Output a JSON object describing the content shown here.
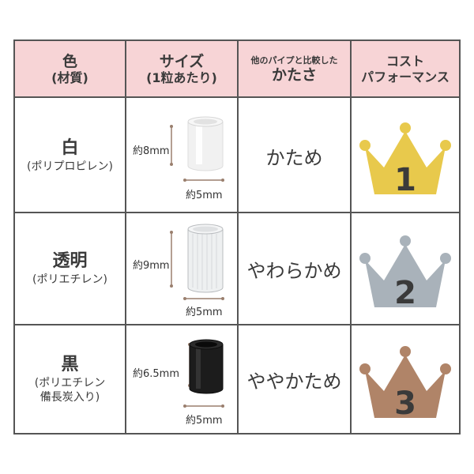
{
  "header": {
    "color_line1": "色",
    "color_line2": "(材質)",
    "size_line1": "サイズ",
    "size_line2": "(1粒あたり)",
    "hardness_line1": "他のパイプと比較した",
    "hardness_line2": "かたさ",
    "cost_line1": "コスト",
    "cost_line2": "パフォーマンス"
  },
  "rows": [
    {
      "name": "白",
      "material": "(ポリプロピレン)",
      "height": "約8mm",
      "width": "約5mm",
      "hardness": "かため",
      "rank": "1",
      "crown_color": "#e8c94c"
    },
    {
      "name": "透明",
      "material": "(ポリエチレン)",
      "height": "約9mm",
      "width": "約5mm",
      "hardness": "やわらかめ",
      "rank": "2",
      "crown_color": "#a9b2ba"
    },
    {
      "name": "黒",
      "material_line1": "(ポリエチレン",
      "material_line2": "備長炭入り)",
      "height": "約6.5mm",
      "width": "約5mm",
      "hardness": "ややかため",
      "rank": "3",
      "crown_color": "#b08468"
    }
  ],
  "colors": {
    "header_bg": "#f7d4d6",
    "border": "#555555",
    "dimension_line": "#9a7f6e"
  }
}
